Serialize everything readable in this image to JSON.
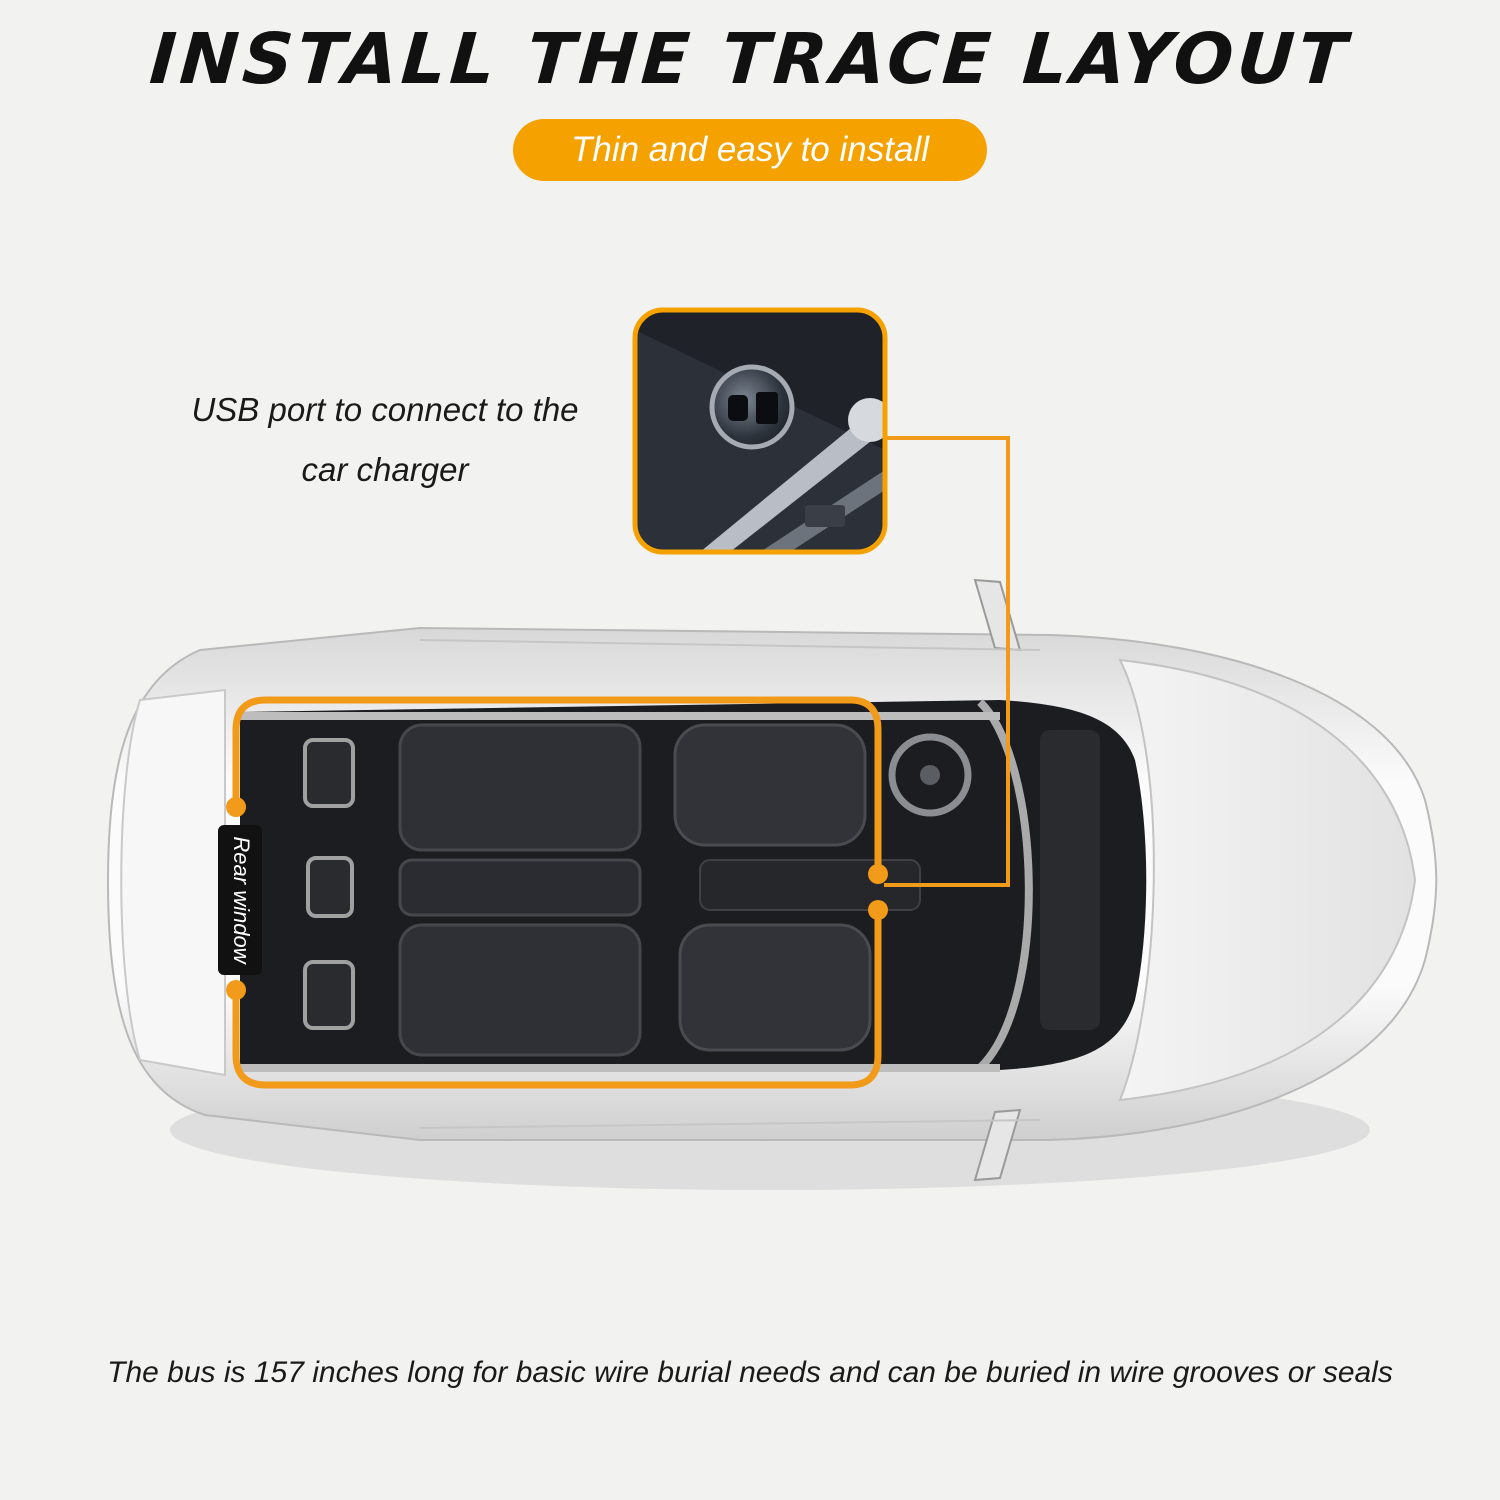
{
  "header": {
    "title": "INSTALL THE TRACE LAYOUT",
    "subtitle": "Thin and easy to install"
  },
  "callout": {
    "usb_caption_line1": "USB port to connect to the",
    "usb_caption_line2": "car charger",
    "rear_window_label": "Rear window"
  },
  "footer": {
    "text": "The bus is 157 inches long for basic wire burial needs and can be buried in wire grooves or seals"
  },
  "icons": [
    "usb-port-photo",
    "car-top-view"
  ],
  "colors": {
    "accent": "#f5a100",
    "trace": "#f29a1a",
    "background": "#f2f2f1",
    "text": "#111111"
  }
}
